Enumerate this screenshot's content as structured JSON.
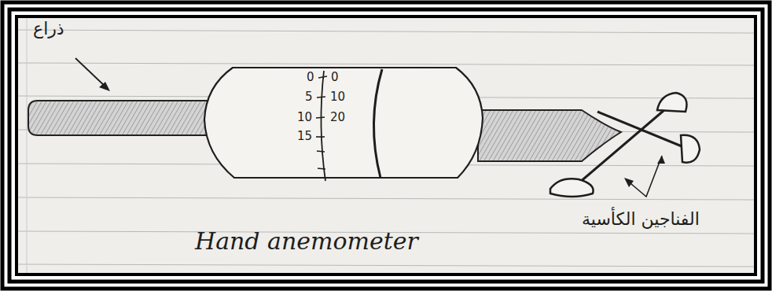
{
  "diagram": {
    "caption": "Hand anemometer",
    "labels": [
      "ذراع",
      "0",
      "0",
      "5",
      "10",
      "10",
      "20",
      "15",
      "الفناجين الكأسية"
    ]
  }
}
